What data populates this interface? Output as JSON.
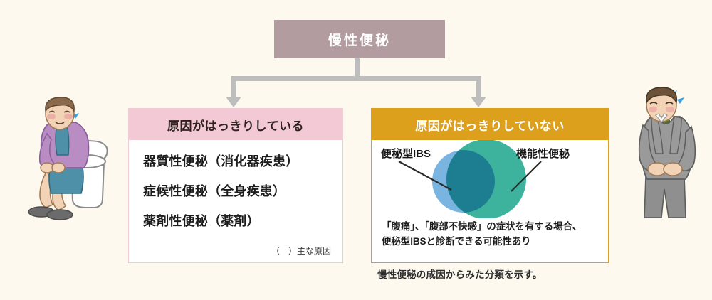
{
  "background_color": "#fdf9ef",
  "root": {
    "label": "慢性便秘",
    "bg_color": "#b39ca0",
    "text_color": "#ffffff"
  },
  "connector": {
    "color": "#bdbdbd",
    "arrow_left_name": "arrow-to-left-panel",
    "arrow_right_name": "arrow-to-right-panel"
  },
  "left_panel": {
    "header": "原因がはっきりしている",
    "header_bg": "#f2c9d4",
    "border_color": "#f0cdd6",
    "items": [
      "器質性便秘（消化器疾患）",
      "症候性便秘（全身疾患）",
      "薬剤性便秘（薬剤）"
    ],
    "legend_note": "（　）主な原因"
  },
  "right_panel": {
    "header": "原因がはっきりしていない",
    "header_bg": "#dda01c",
    "border_color": "#dda01c",
    "venn": {
      "left_label": "便秘型IBS",
      "right_label": "機能性便秘",
      "left_color": "#79b5e0",
      "right_color": "#3db39e",
      "overlap_color": "#1e7e91",
      "leader_line_color": "#2b2b2b"
    },
    "explain_line1": "「腹痛」、「腹部不快感」の症状を有する場合、",
    "explain_line2": "便秘型IBSと診断できる可能性あり"
  },
  "caption": "慢性便秘の成因からみた分類を示す。",
  "illustrations": {
    "left": {
      "name": "elderly-woman-on-toilet-illustration",
      "cardigan_color": "#b98dc4",
      "skirt_color": "#4e90a8",
      "hair_color": "#8a6a4a",
      "skin_color": "#f2d3b6",
      "toilet_color": "#ffffff",
      "slipper_color": "#6b6b6b",
      "sweat_color": "#3aa0e8"
    },
    "right": {
      "name": "businessman-holding-stomach-illustration",
      "suit_color": "#9a9a9a",
      "tie_color": "#4c7a22",
      "shirt_color": "#ffffff",
      "hair_color": "#6b5238",
      "skin_color": "#f2d3b6",
      "sweat_color": "#3aa0e8"
    }
  }
}
